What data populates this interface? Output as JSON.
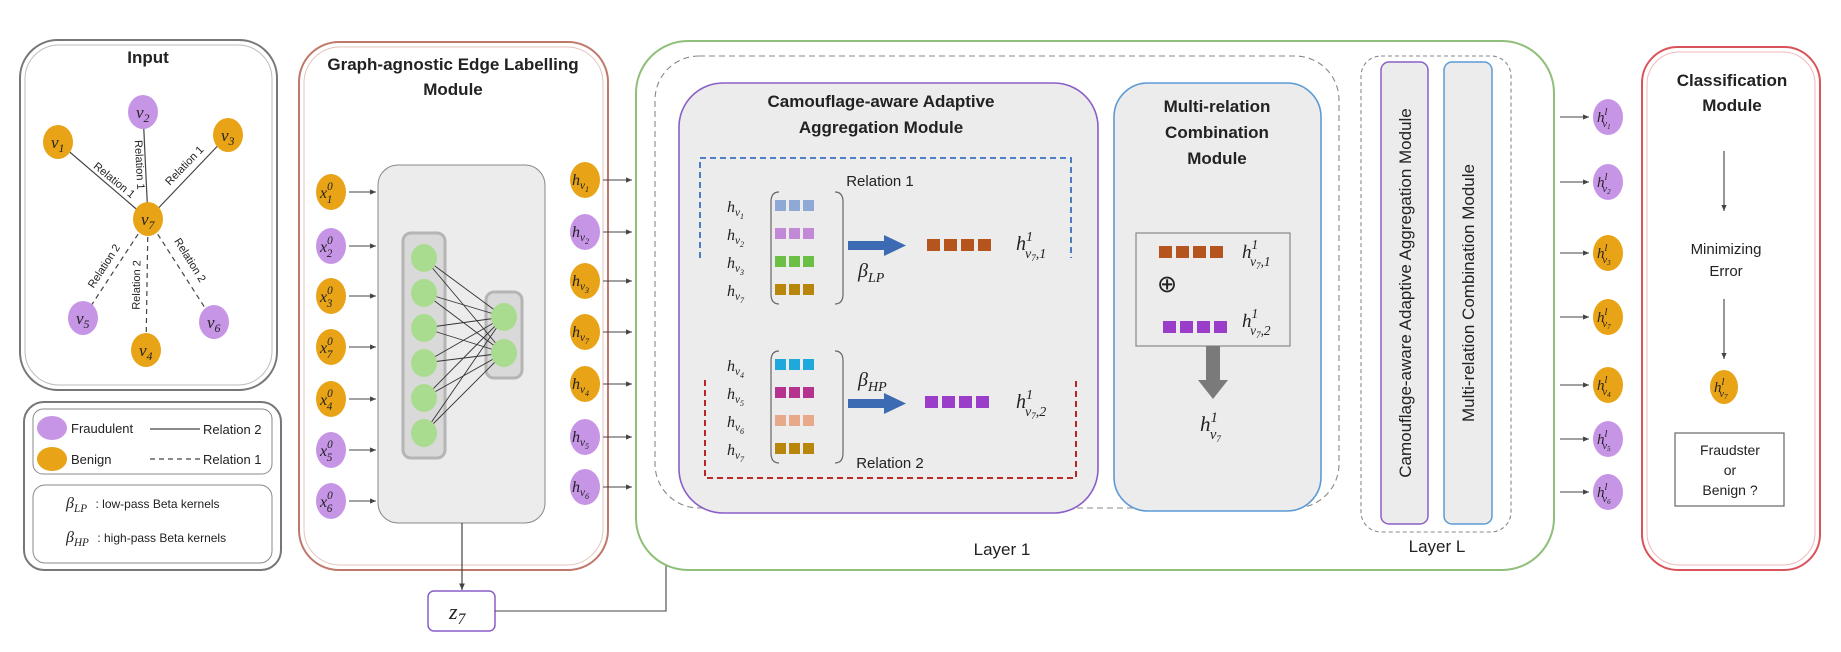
{
  "input_panel": {
    "title": "Input",
    "nodes": {
      "v1": "v",
      "v2": "v",
      "v3": "v",
      "v4": "v",
      "v5": "v",
      "v6": "v",
      "v7": "v"
    },
    "node_subs": {
      "v1": "1",
      "v2": "2",
      "v3": "3",
      "v4": "4",
      "v5": "5",
      "v6": "6",
      "v7": "7"
    },
    "edge_labels": {
      "e1": "Relation 1",
      "e2": "Relation 1",
      "e3": "Relation 1",
      "e4": "Relation 2",
      "e5": "Relation 2",
      "e6": "Relation 2"
    }
  },
  "legend": {
    "fraudulent": "Fraudulent",
    "benign": "Benign",
    "relation2": "Relation 2",
    "relation1": "Relation 1",
    "beta_lp_symbol": "β",
    "beta_lp_sub": "LP",
    "beta_lp_desc": ": low-pass Beta kernels",
    "beta_hp_symbol": "β",
    "beta_hp_sub": "HP",
    "beta_hp_desc": ": high-pass Beta kernels"
  },
  "edge_module": {
    "title_line1": "Graph-agnostic Edge Labelling",
    "title_line2": "Module",
    "inputs": [
      {
        "base": "x",
        "sup": "0",
        "sub": "1",
        "kind": "benign"
      },
      {
        "base": "x",
        "sup": "0",
        "sub": "2",
        "kind": "fraud"
      },
      {
        "base": "x",
        "sup": "0",
        "sub": "3",
        "kind": "benign"
      },
      {
        "base": "x",
        "sup": "0",
        "sub": "7",
        "kind": "benign"
      },
      {
        "base": "x",
        "sup": "0",
        "sub": "4",
        "kind": "benign"
      },
      {
        "base": "x",
        "sup": "0",
        "sub": "5",
        "kind": "fraud"
      },
      {
        "base": "x",
        "sup": "0",
        "sub": "6",
        "kind": "fraud"
      }
    ],
    "outputs": [
      {
        "base": "h",
        "sub": "v",
        "subsub": "1",
        "kind": "benign"
      },
      {
        "base": "h",
        "sub": "v",
        "subsub": "2",
        "kind": "fraud"
      },
      {
        "base": "h",
        "sub": "v",
        "subsub": "3",
        "kind": "benign"
      },
      {
        "base": "h",
        "sub": "v",
        "subsub": "7",
        "kind": "benign"
      },
      {
        "base": "h",
        "sub": "v",
        "subsub": "4",
        "kind": "benign"
      },
      {
        "base": "h",
        "sub": "v",
        "subsub": "5",
        "kind": "fraud"
      },
      {
        "base": "h",
        "sub": "v",
        "subsub": "6",
        "kind": "fraud"
      }
    ],
    "z_base": "z",
    "z_sub": "7"
  },
  "caam": {
    "title_line1": "Camouflage-aware Adaptive",
    "title_line2": "Aggregation Module",
    "relation1_label": "Relation 1",
    "relation2_label": "Relation 2",
    "r1_rows": [
      {
        "sub": "1",
        "color": "#8fa9d6"
      },
      {
        "sub": "2",
        "color": "#c28ad6"
      },
      {
        "sub": "3",
        "color": "#6bbf45"
      },
      {
        "sub": "7",
        "color": "#b8860b"
      }
    ],
    "r2_rows": [
      {
        "sub": "4",
        "color": "#1ea8dc"
      },
      {
        "sub": "5",
        "color": "#b5338f"
      },
      {
        "sub": "6",
        "color": "#e8a98a"
      },
      {
        "sub": "7",
        "color": "#b8860b"
      }
    ],
    "beta_lp": {
      "base": "β",
      "sub": "LP"
    },
    "beta_hp": {
      "base": "β",
      "sub": "HP"
    },
    "out1": {
      "base": "h",
      "sup": "1",
      "sub": "v",
      "subsub": "7",
      "tail": ",1",
      "color": "#b5541c"
    },
    "out2": {
      "base": "h",
      "sup": "1",
      "sub": "v",
      "subsub": "7",
      "tail": ",2",
      "color": "#9a3ec9"
    }
  },
  "mrc": {
    "title_line1": "Multi-relation",
    "title_line2": "Combination",
    "title_line3": "Module",
    "plus": "⊕",
    "result": {
      "base": "h",
      "sup": "1",
      "sub": "v",
      "subsub": "7"
    }
  },
  "layer1_label": "Layer 1",
  "layerL": {
    "label": "Layer L",
    "caam_vertical": "Camouflage-aware Adaptive Aggregation Module",
    "mrc_vertical": "Multi-relation Combination Module"
  },
  "final_outputs": [
    {
      "sub": "1",
      "kind": "fraud"
    },
    {
      "sub": "2",
      "kind": "fraud"
    },
    {
      "sub": "3",
      "kind": "benign"
    },
    {
      "sub": "7",
      "kind": "benign"
    },
    {
      "sub": "4",
      "kind": "benign"
    },
    {
      "sub": "5",
      "kind": "fraud"
    },
    {
      "sub": "6",
      "kind": "fraud"
    }
  ],
  "final_sup": "l",
  "classification": {
    "title_line1": "Classification",
    "title_line2": "Module",
    "step_line1": "Minimizing",
    "step_line2": "Error",
    "node": {
      "base": "h",
      "sup": "l",
      "sub": "v",
      "subsub": "7"
    },
    "box_line1": "Fraudster",
    "box_line2": "or",
    "box_line3": "Benign ?"
  },
  "colors": {
    "fraud": "#c795e6",
    "benign": "#e8a317",
    "edge_module_border": "#c0786a",
    "layer1_border": "#8fbf7a",
    "caam_border": "#8b5fc7",
    "mrc_border": "#5b9bd5",
    "class_border": "#d9535a",
    "title_edge": "#8a4a1c",
    "title_caam": "#7a3aa8",
    "title_mrc": "#2f5a99",
    "title_class": "#c00000",
    "rel1_dash": "#3b6fc0",
    "rel2_dash": "#b01010",
    "arrow_blue": "#3d6bb3"
  }
}
